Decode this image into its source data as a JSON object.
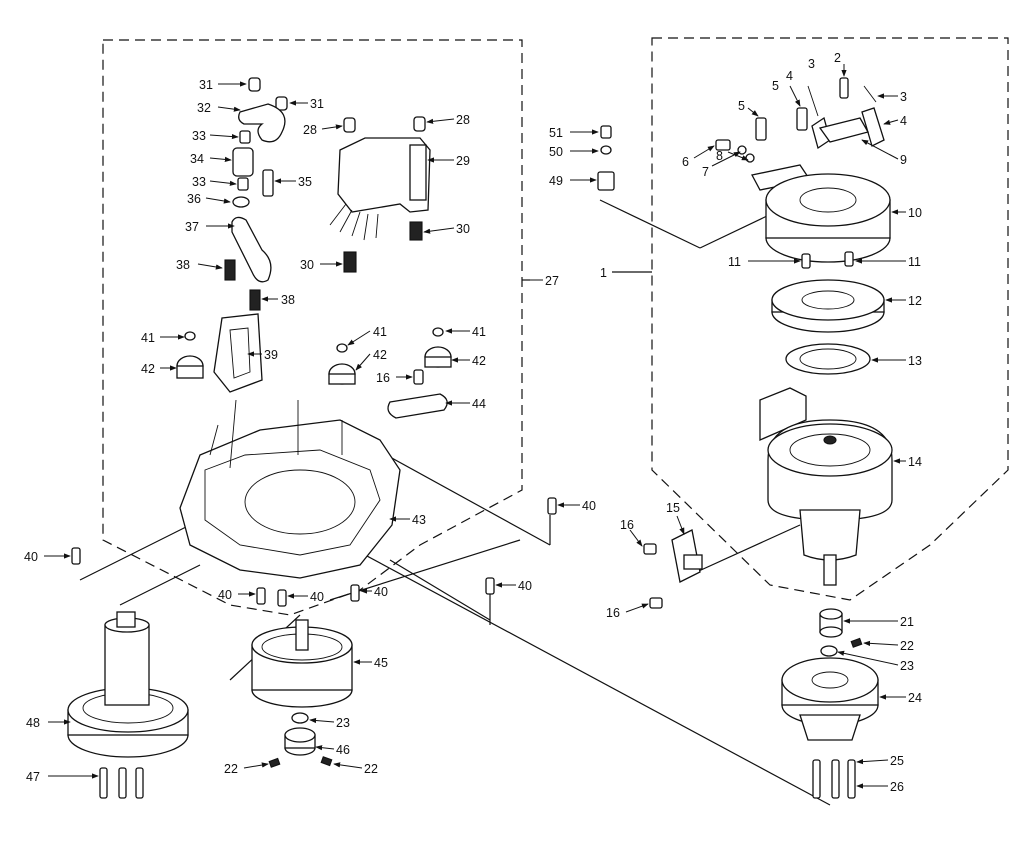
{
  "labels": {
    "l1": "1",
    "l2": "2",
    "l3a": "3",
    "l3b": "3",
    "l4a": "4",
    "l4b": "4",
    "l5a": "5",
    "l5b": "5",
    "l6": "6",
    "l7": "7",
    "l8": "8",
    "l9": "9",
    "l10": "10",
    "l11a": "11",
    "l11b": "11",
    "l12": "12",
    "l13": "13",
    "l14": "14",
    "l15": "15",
    "l16a": "16",
    "l16b": "16",
    "l16c": "16",
    "l21": "21",
    "l22a": "22",
    "l22b": "22",
    "l22c": "22",
    "l23a": "23",
    "l23b": "23",
    "l24": "24",
    "l25": "25",
    "l26": "26",
    "l27": "27",
    "l28a": "28",
    "l28b": "28",
    "l29": "29",
    "l30a": "30",
    "l30b": "30",
    "l31a": "31",
    "l31b": "31",
    "l32": "32",
    "l33a": "33",
    "l33b": "33",
    "l34": "34",
    "l35": "35",
    "l36": "36",
    "l37": "37",
    "l38a": "38",
    "l38b": "38",
    "l39": "39",
    "l40a": "40",
    "l40b": "40",
    "l40c": "40",
    "l40d": "40",
    "l40e": "40",
    "l40f": "40",
    "l41a": "41",
    "l41b": "41",
    "l41c": "41",
    "l42a": "42",
    "l42b": "42",
    "l42c": "42",
    "l43": "43",
    "l44": "44",
    "l45": "45",
    "l46": "46",
    "l47": "47",
    "l48": "48",
    "l49": "49",
    "l50": "50",
    "l51": "51"
  },
  "colors": {
    "ink": "#111111",
    "paper": "#ffffff"
  }
}
